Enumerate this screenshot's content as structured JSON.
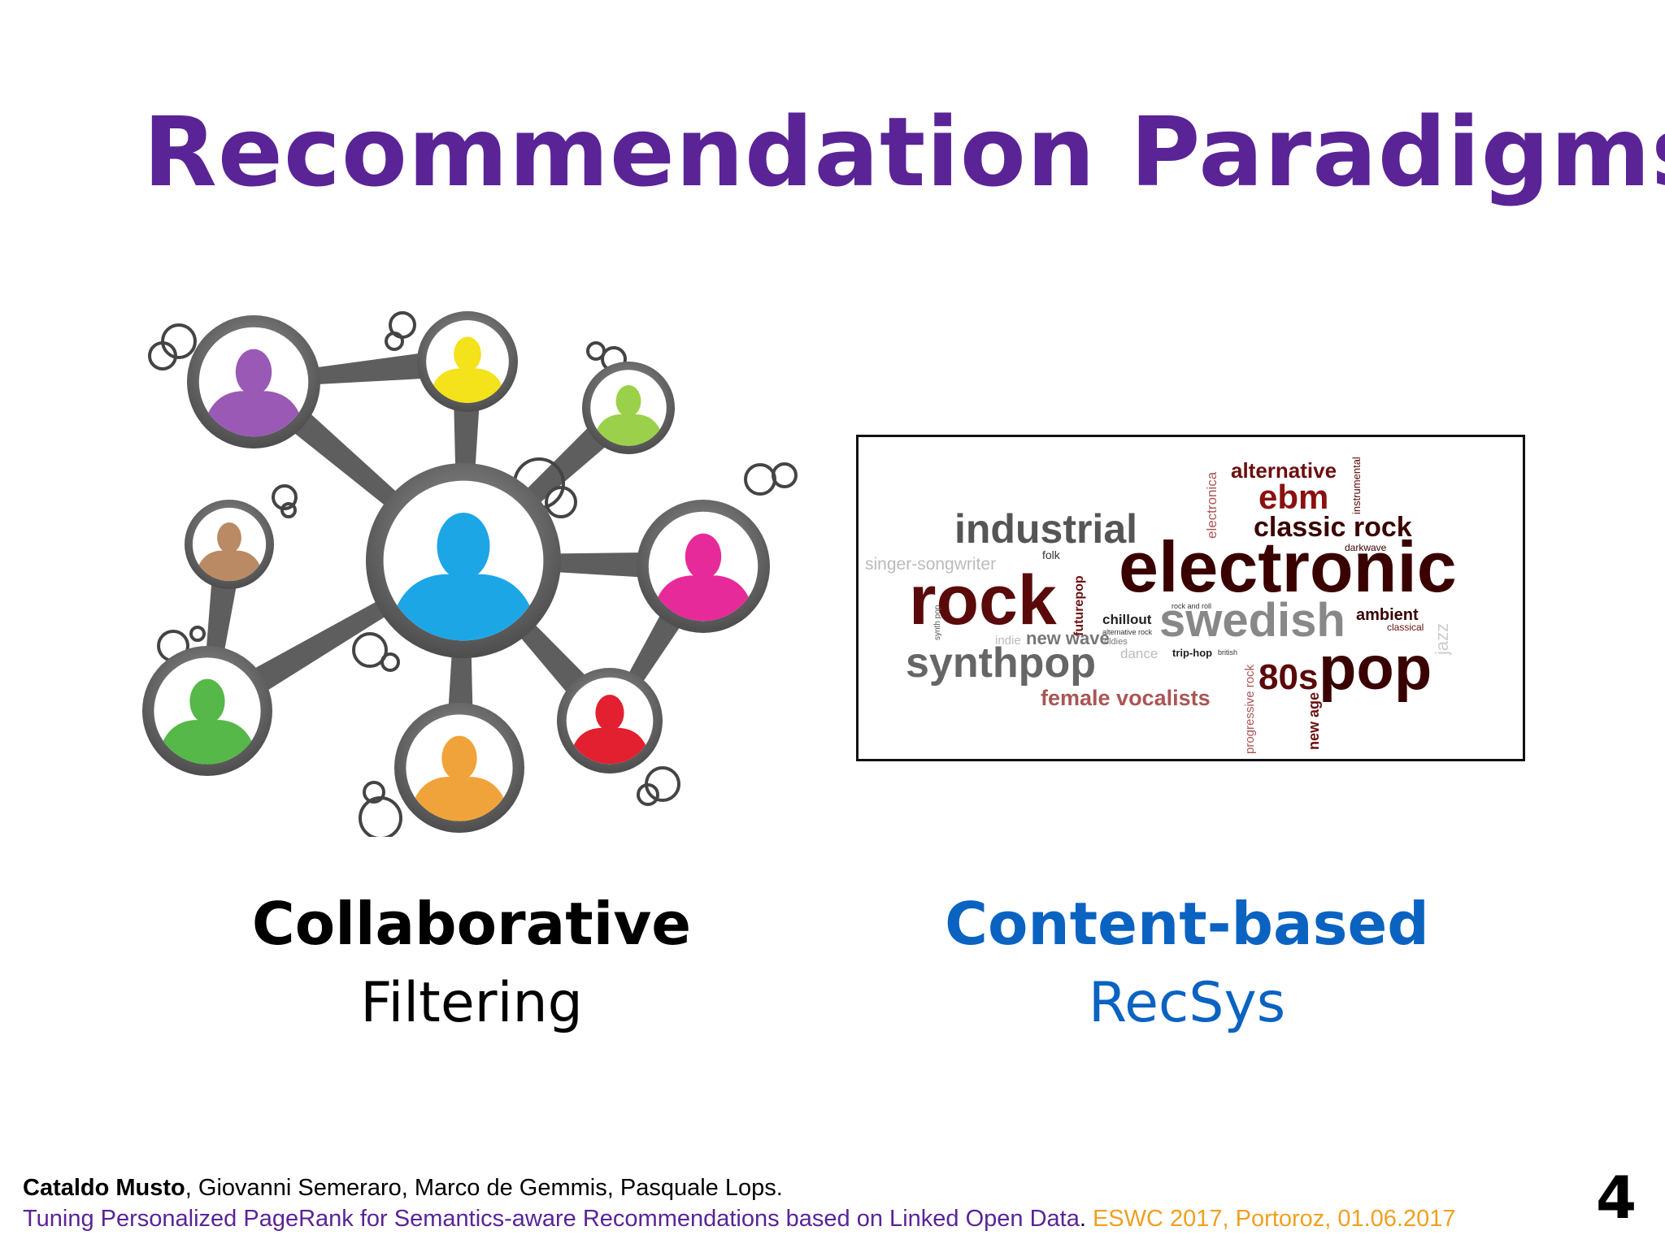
{
  "slide": {
    "title": "Recommendation Paradigms",
    "page_number": "4"
  },
  "left": {
    "title": "Collaborative",
    "subtitle": "Filtering",
    "node_colors": [
      "#9b59b6",
      "#f4e21a",
      "#9bd14a",
      "#b98a63",
      "#1da6e6",
      "#e72a9a",
      "#55b849",
      "#f0a33a",
      "#e2202f"
    ]
  },
  "right": {
    "title": "Content-based",
    "subtitle": "RecSys",
    "tags": [
      "alternative",
      "ebm",
      "electronica",
      "instrumental",
      "industrial",
      "classic rock",
      "darkwave",
      "singer-songwriter",
      "folk",
      "electronic",
      "rock",
      "futurepop",
      "chillout",
      "swedish",
      "ambient",
      "synth pop",
      "alternative rock",
      "rock and roll",
      "classical",
      "jazz",
      "indie",
      "new wave",
      "oldies",
      "dance",
      "trip-hop",
      "british",
      "synthpop",
      "progressive rock",
      "80s",
      "pop",
      "female vocalists",
      "new age"
    ]
  },
  "footer": {
    "author_main": "Cataldo Musto",
    "authors_rest": ", Giovanni Semeraro, Marco de Gemmis, Pasquale Lops.",
    "paper_title": "Tuning Personalized PageRank for Semantics-aware Recommendations based on Linked Open Data",
    "separator": ".",
    "venue": " ESWC 2017, Portoroz, 01.06.2017"
  }
}
